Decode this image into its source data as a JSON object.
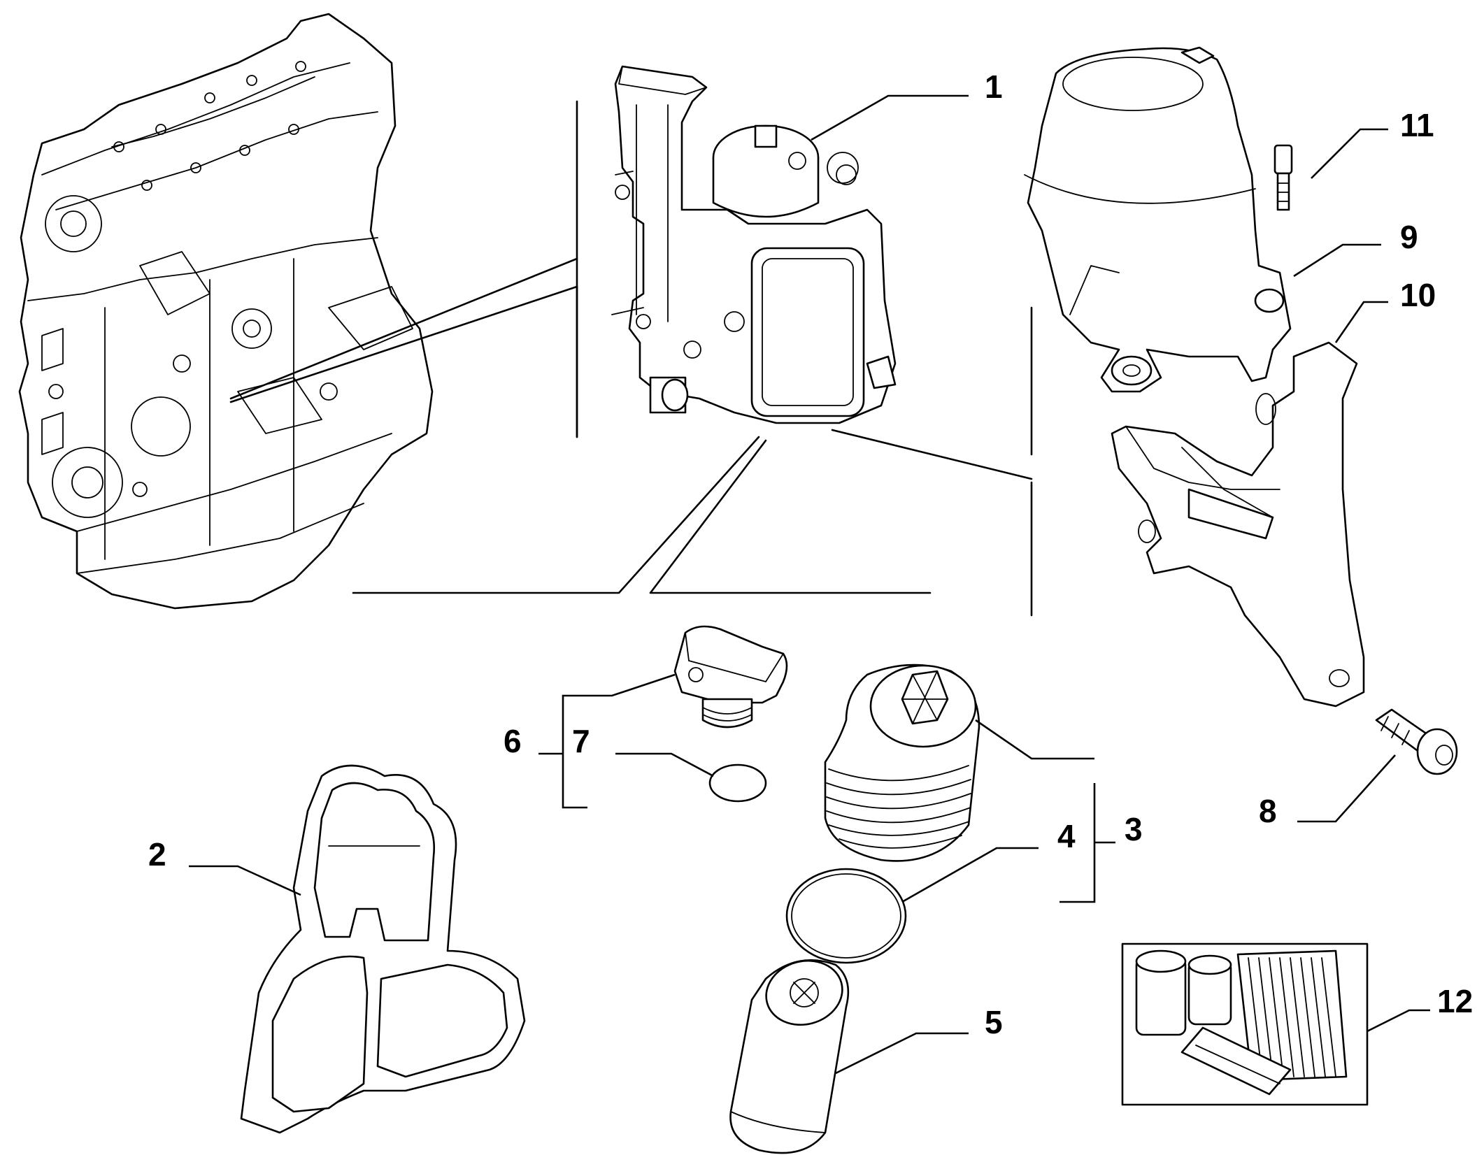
{
  "callouts": {
    "c1": "1",
    "c2": "2",
    "c3": "3",
    "c4": "4",
    "c5": "5",
    "c6": "6",
    "c7": "7",
    "c8": "8",
    "c9": "9",
    "c10": "10",
    "c11": "11",
    "c12": "12"
  },
  "icons": [
    "engine-block-drawing",
    "oil-filter-housing-drawing",
    "heat-shield-drawing",
    "bracket-drawing",
    "bolt-drawing",
    "screw-drawing",
    "gasket-drawing",
    "oil-filler-cap-drawing",
    "o-ring-drawing",
    "filter-cartridge-drawing",
    "seal-ring-drawing",
    "spin-on-filter-drawing",
    "service-kit-drawing"
  ]
}
